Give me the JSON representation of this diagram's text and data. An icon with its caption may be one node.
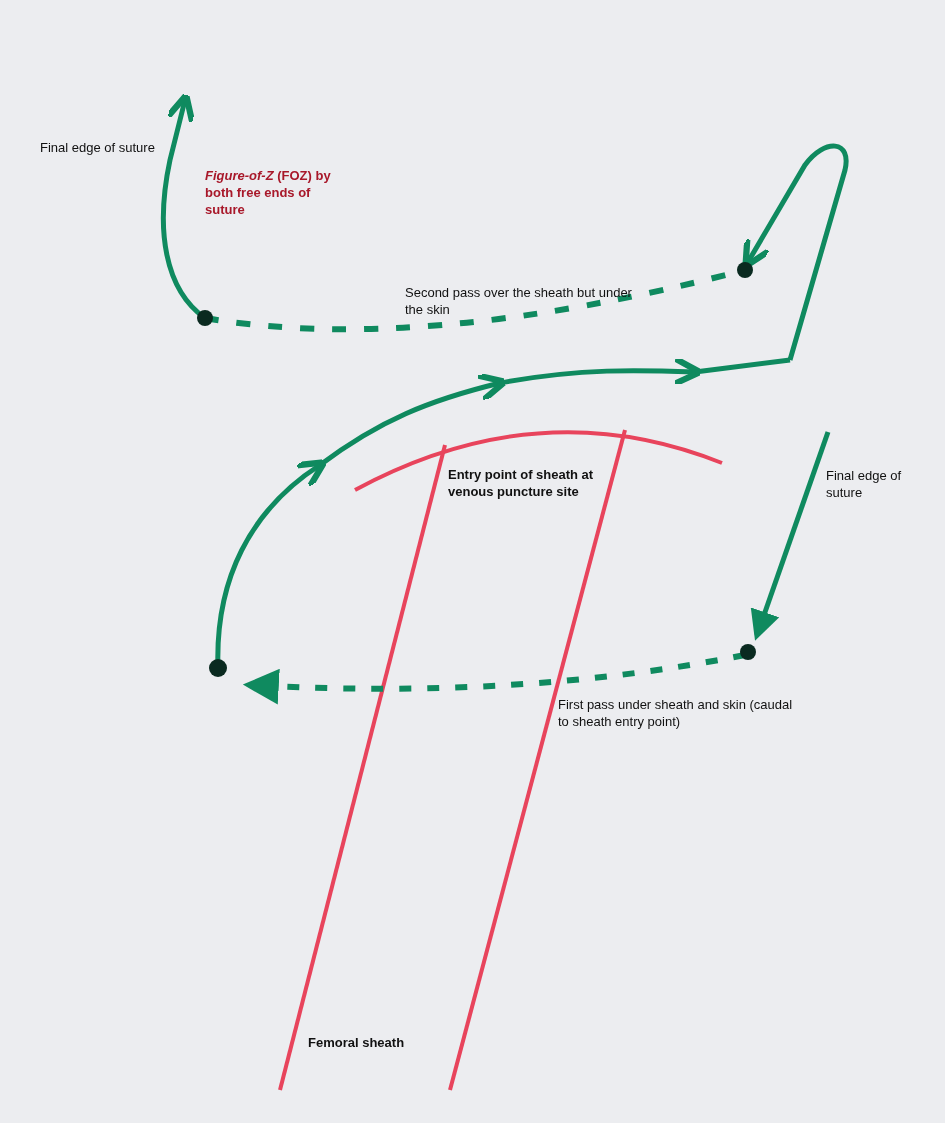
{
  "diagram": {
    "labels": [
      "Final edge of suture",
      "*Figure-of-Z* (FOZ) by both free ends of suture",
      "Second pass over the sheath but under the skin",
      "Entry point of sheath at venous puncture site",
      "Final edge of suture",
      "First pass under sheath and skin (caudal to sheath entry point)",
      "Femoral sheath"
    ]
  }
}
